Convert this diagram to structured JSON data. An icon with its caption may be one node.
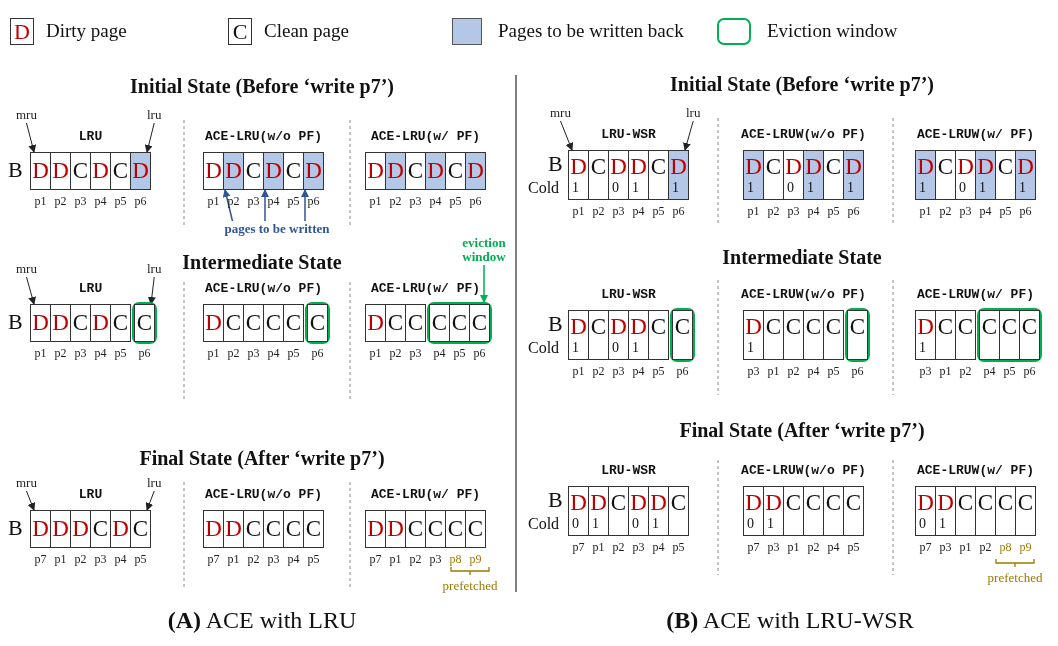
{
  "diagram": {
    "nodes": [
      {
        "text": [
          "D"
        ],
        "beside": [
          "Dirty page"
        ]
      },
      {
        "text": [
          "C"
        ],
        "beside": [
          "Clean page"
        ]
      },
      {
        "text": [
          "mru"
        ]
      },
      {
        "text": [
          "lru"
        ]
      },
      {
        "text": [
          "LRU"
        ]
      },
      {
        "text": [
          "D"
        ],
        "in": 4,
        "beside": [
          "p1"
        ]
      },
      {
        "text": [
          "D"
        ],
        "in": 4,
        "beside": [
          "p2"
        ]
      },
      {
        "text": [
          "C"
        ],
        "in": 4,
        "beside": [
          "p3"
        ]
      },
      {
        "text": [
          "D"
        ],
        "in": 4,
        "beside": [
          "p4"
        ]
      },
      {
        "text": [
          "C"
        ],
        "in": 4,
        "beside": [
          "p5"
        ]
      },
      {
        "text": [
          "D"
        ],
        "in": 4,
        "beside": [
          "p6"
        ]
      },
      {
        "text": [
          "ACE-LRU(w/o PF)"
        ]
      },
      {
        "text": [
          "D"
        ],
        "in": 11,
        "beside": [
          "p1"
        ]
      },
      {
        "text": [
          "D"
        ],
        "in": 11,
        "beside": [
          "p2"
        ]
      },
      {
        "text": [
          "C"
        ],
        "in": 11,
        "beside": [
          "p3"
        ]
      },
      {
        "text": [
          "D"
        ],
        "in": 11,
        "beside": [
          "p4"
        ]
      },
      {
        "text": [
          "C"
        ],
        "in": 11,
        "beside": [
          "p5"
        ]
      },
      {
        "text": [
          "D"
        ],
        "in": 11,
        "beside": [
          "p6"
        ]
      },
      {
        "text": [
          "pages to be written"
        ]
      },
      {
        "text": [
          "ACE-LRU(w/ PF)"
        ]
      },
      {
        "text": [
          "D"
        ],
        "in": 19,
        "beside": [
          "p1"
        ]
      },
      {
        "text": [
          "D"
        ],
        "in": 19,
        "beside": [
          "p2"
        ]
      },
      {
        "text": [
          "C"
        ],
        "in": 19,
        "beside": [
          "p3"
        ]
      },
      {
        "text": [
          "D"
        ],
        "in": 19,
        "beside": [
          "p4"
        ]
      },
      {
        "text": [
          "C"
        ],
        "in": 19,
        "beside": [
          "p5"
        ]
      },
      {
        "text": [
          "D"
        ],
        "in": 19,
        "beside": [
          "p6"
        ]
      },
      {
        "text": [
          "eviction window"
        ]
      },
      {
        "text": [
          "mru"
        ]
      },
      {
        "text": [
          "lru"
        ]
      },
      {
        "text": [
          "LRU"
        ]
      },
      {
        "text": [
          "D"
        ],
        "in": 29,
        "beside": [
          "p1"
        ]
      },
      {
        "text": [
          "D"
        ],
        "in": 29,
        "beside": [
          "p2"
        ]
      },
      {
        "text": [
          "C"
        ],
        "in": 29,
        "beside": [
          "p3"
        ]
      },
      {
        "text": [
          "D"
        ],
        "in": 29,
        "beside": [
          "p4"
        ]
      },
      {
        "text": [
          "C"
        ],
        "in": 29,
        "beside": [
          "p5"
        ]
      },
      {
        "text": [],
        "shape": "box",
        "in": 29
      },
      {
        "text": [
          "C"
        ],
        "in": 35,
        "beside": [
          "p6"
        ]
      },
      {
        "text": [
          "ACE-LRU(w/o PF)"
        ]
      },
      {
        "text": [
          "D"
        ],
        "in": 37,
        "beside": [
          "p1"
        ]
      },
      {
        "text": [
          "C"
        ],
        "in": 37,
        "beside": [
          "p2"
        ]
      },
      {
        "text": [
          "C"
        ],
        "in": 37,
        "beside": [
          "p3"
        ]
      },
      {
        "text": [
          "C"
        ],
        "in": 37,
        "beside": [
          "p4"
        ]
      },
      {
        "text": [
          "C"
        ],
        "in": 37,
        "beside": [
          "p5"
        ]
      },
      {
        "text": [],
        "shape": "box",
        "in": 37
      },
      {
        "text": [
          "C"
        ],
        "in": 43,
        "beside": [
          "p6"
        ]
      },
      {
        "text": [
          "ACE-LRU(w/ PF)"
        ]
      },
      {
        "text": [
          "D"
        ],
        "in": 45,
        "beside": [
          "p1"
        ]
      },
      {
        "text": [
          "C"
        ],
        "in": 45,
        "beside": [
          "p2"
        ]
      },
      {
        "text": [
          "C"
        ],
        "in": 45,
        "beside": [
          "p3"
        ]
      },
      {
        "text": [],
        "shape": "box",
        "in": 45
      },
      {
        "text": [
          "C"
        ],
        "in": 49,
        "beside": [
          "p4"
        ]
      },
      {
        "text": [
          "C"
        ],
        "in": 49,
        "beside": [
          "p5"
        ]
      },
      {
        "text": [
          "C"
        ],
        "in": 49,
        "beside": [
          "p6"
        ]
      },
      {
        "text": [
          "mru"
        ]
      },
      {
        "text": [
          "lru"
        ]
      },
      {
        "text": [
          "LRU"
        ]
      },
      {
        "text": [
          "D"
        ],
        "in": 55,
        "beside": [
          "p7"
        ]
      },
      {
        "text": [
          "D"
        ],
        "in": 55,
        "beside": [
          "p1"
        ]
      },
      {
        "text": [
          "D"
        ],
        "in": 55,
        "beside": [
          "p2"
        ]
      },
      {
        "text": [
          "C"
        ],
        "in": 55,
        "beside": [
          "p3"
        ]
      },
      {
        "text": [
          "D"
        ],
        "in": 55,
        "beside": [
          "p4"
        ]
      },
      {
        "text": [
          "C"
        ],
        "in": 55,
        "beside": [
          "p5"
        ]
      },
      {
        "text": [
          "ACE-LRU(w/o PF)"
        ]
      },
      {
        "text": [
          "D"
        ],
        "in": 62,
        "beside": [
          "p7"
        ]
      },
      {
        "text": [
          "D"
        ],
        "in": 62,
        "beside": [
          "p1"
        ]
      },
      {
        "text": [
          "C"
        ],
        "in": 62,
        "beside": [
          "p2"
        ]
      },
      {
        "text": [
          "C"
        ],
        "in": 62,
        "beside": [
          "p3"
        ]
      },
      {
        "text": [
          "C"
        ],
        "in": 62,
        "beside": [
          "p4"
        ]
      },
      {
        "text": [
          "C"
        ],
        "in": 62,
        "beside": [
          "p5"
        ]
      },
      {
        "text": [
          "ACE-LRU(w/ PF)"
        ]
      },
      {
        "text": [
          "D"
        ],
        "in": 69,
        "beside": [
          "p7"
        ]
      },
      {
        "text": [
          "D"
        ],
        "in": 69,
        "beside": [
          "p1"
        ]
      },
      {
        "text": [
          "C"
        ],
        "in": 69,
        "beside": [
          "p2"
        ]
      },
      {
        "text": [
          "C"
        ],
        "in": 69,
        "beside": [
          "p3"
        ]
      },
      {
        "text": [
          "C"
        ],
        "in": 69,
        "beside": [
          "p8"
        ]
      },
      {
        "text": [
          "C"
        ],
        "in": 69,
        "beside": [
          "p9"
        ]
      },
      {
        "text": [
          "mru"
        ]
      },
      {
        "text": [
          "lru"
        ]
      },
      {
        "text": [
          "LRU-WSR"
        ]
      },
      {
        "text": [
          "D",
          "1"
        ],
        "in": 78,
        "beside": [
          "p1"
        ]
      },
      {
        "text": [
          "C"
        ],
        "in": 78,
        "beside": [
          "p2"
        ]
      },
      {
        "text": [
          "D",
          "0"
        ],
        "in": 78,
        "beside": [
          "p3"
        ]
      },
      {
        "text": [
          "D",
          "1"
        ],
        "in": 78,
        "beside": [
          "p4"
        ]
      },
      {
        "text": [
          "C"
        ],
        "in": 78,
        "beside": [
          "p5"
        ]
      },
      {
        "text": [
          "D",
          "1"
        ],
        "in": 78,
        "beside": [
          "p6"
        ]
      },
      {
        "text": [
          "ACE-LRUW(w/o PF)"
        ]
      },
      {
        "text": [
          "D",
          "1"
        ],
        "in": 85,
        "beside": [
          "p1"
        ]
      },
      {
        "text": [
          "C"
        ],
        "in": 85,
        "beside": [
          "p2"
        ]
      },
      {
        "text": [
          "D",
          "0"
        ],
        "in": 85,
        "beside": [
          "p3"
        ]
      },
      {
        "text": [
          "D",
          "1"
        ],
        "in": 85,
        "beside": [
          "p4"
        ]
      },
      {
        "text": [
          "C"
        ],
        "in": 85,
        "beside": [
          "p5"
        ]
      },
      {
        "text": [
          "D",
          "1"
        ],
        "in": 85,
        "beside": [
          "p6"
        ]
      },
      {
        "text": [
          "ACE-LRUW(w/ PF)"
        ]
      },
      {
        "text": [
          "D",
          "1"
        ],
        "in": 92,
        "beside": [
          "p1"
        ]
      },
      {
        "text": [
          "C"
        ],
        "in": 92,
        "beside": [
          "p2"
        ]
      },
      {
        "text": [
          "D",
          "0"
        ],
        "in": 92,
        "beside": [
          "p3"
        ]
      },
      {
        "text": [
          "D",
          "1"
        ],
        "in": 92,
        "beside": [
          "p4"
        ]
      },
      {
        "text": [
          "C"
        ],
        "in": 92,
        "beside": [
          "p5"
        ]
      },
      {
        "text": [
          "D",
          "1"
        ],
        "in": 92,
        "beside": [
          "p6"
        ]
      },
      {
        "text": [
          "LRU-WSR"
        ]
      },
      {
        "text": [
          "D",
          "1"
        ],
        "in": 99,
        "beside": [
          "p1"
        ]
      },
      {
        "text": [
          "C"
        ],
        "in": 99,
        "beside": [
          "p2"
        ]
      },
      {
        "text": [
          "D",
          "0"
        ],
        "in": 99,
        "beside": [
          "p3"
        ]
      },
      {
        "text": [
          "D",
          "1"
        ],
        "in": 99,
        "beside": [
          "p4"
        ]
      },
      {
        "text": [
          "C"
        ],
        "in": 99,
        "beside": [
          "p5"
        ]
      },
      {
        "text": [],
        "shape": "box",
        "in": 99
      },
      {
        "text": [
          "C"
        ],
        "in": 105,
        "beside": [
          "p6"
        ]
      },
      {
        "text": [
          "ACE-LRUW(w/o PF)"
        ]
      },
      {
        "text": [
          "D",
          "1"
        ],
        "in": 107,
        "beside": [
          "p3"
        ]
      },
      {
        "text": [
          "C"
        ],
        "in": 107,
        "beside": [
          "p1"
        ]
      },
      {
        "text": [
          "C"
        ],
        "in": 107,
        "beside": [
          "p2"
        ]
      },
      {
        "text": [
          "C"
        ],
        "in": 107,
        "beside": [
          "p4"
        ]
      },
      {
        "text": [
          "C"
        ],
        "in": 107,
        "beside": [
          "p5"
        ]
      },
      {
        "text": [],
        "shape": "box",
        "in": 107
      },
      {
        "text": [
          "C"
        ],
        "in": 113,
        "beside": [
          "p6"
        ]
      },
      {
        "text": [
          "ACE-LRUW(w/ PF)"
        ]
      },
      {
        "text": [
          "D",
          "1"
        ],
        "in": 115,
        "beside": [
          "p3"
        ]
      },
      {
        "text": [
          "C"
        ],
        "in": 115,
        "beside": [
          "p1"
        ]
      },
      {
        "text": [
          "C"
        ],
        "in": 115,
        "beside": [
          "p2"
        ]
      },
      {
        "text": [],
        "shape": "box",
        "in": 115
      },
      {
        "text": [
          "C"
        ],
        "in": 119,
        "beside": [
          "p4"
        ]
      },
      {
        "text": [
          "C"
        ],
        "in": 119,
        "beside": [
          "p5"
        ]
      },
      {
        "text": [
          "C"
        ],
        "in": 119,
        "beside": [
          "p6"
        ]
      },
      {
        "text": [
          "LRU-WSR"
        ]
      },
      {
        "text": [
          "D",
          "0"
        ],
        "in": 123,
        "beside": [
          "p7"
        ]
      },
      {
        "text": [
          "D",
          "1"
        ],
        "in": 123,
        "beside": [
          "p1"
        ]
      },
      {
        "text": [
          "C"
        ],
        "in": 123,
        "beside": [
          "p2"
        ]
      },
      {
        "text": [
          "D",
          "0"
        ],
        "in": 123,
        "beside": [
          "p3"
        ]
      },
      {
        "text": [
          "D",
          "1"
        ],
        "in": 123,
        "beside": [
          "p4"
        ]
      },
      {
        "text": [
          "C"
        ],
        "in": 123,
        "beside": [
          "p5"
        ]
      },
      {
        "text": [
          "ACE-LRUW(w/o PF)"
        ]
      },
      {
        "text": [
          "D",
          "0"
        ],
        "in": 130,
        "beside": [
          "p7"
        ]
      },
      {
        "text": [
          "D",
          "1"
        ],
        "in": 130,
        "beside": [
          "p3"
        ]
      },
      {
        "text": [
          "C"
        ],
        "in": 130,
        "beside": [
          "p1"
        ]
      },
      {
        "text": [
          "C"
        ],
        "in": 130,
        "beside": [
          "p2"
        ]
      },
      {
        "text": [
          "C"
        ],
        "in": 130,
        "beside": [
          "p4"
        ]
      },
      {
        "text": [
          "C"
        ],
        "in": 130,
        "beside": [
          "p5"
        ]
      },
      {
        "text": [
          "ACE-LRUW(w/ PF)"
        ]
      },
      {
        "text": [
          "D",
          "0"
        ],
        "in": 137,
        "beside": [
          "p7"
        ]
      },
      {
        "text": [
          "D",
          "1"
        ],
        "in": 137,
        "beside": [
          "p3"
        ]
      },
      {
        "text": [
          "C"
        ],
        "in": 137,
        "beside": [
          "p1"
        ]
      },
      {
        "text": [
          "C"
        ],
        "in": 137,
        "beside": [
          "p2"
        ]
      },
      {
        "text": [
          "C"
        ],
        "in": 137,
        "beside": [
          "p8"
        ]
      },
      {
        "text": [
          "C"
        ],
        "in": 137,
        "beside": [
          "p9"
        ]
      }
    ],
    "edges": [
      {
        "from": 2,
        "to": 5,
        "arrow": "to"
      },
      {
        "from": 3,
        "to": 10,
        "arrow": "to"
      },
      {
        "from": 18,
        "to": 13,
        "arrow": "to",
        "color": "#2f5597"
      },
      {
        "from": 18,
        "to": 15,
        "arrow": "to",
        "color": "#2f5597"
      },
      {
        "from": 18,
        "to": 17,
        "arrow": "to",
        "color": "#2f5597"
      },
      {
        "from": 26,
        "to": 49,
        "arrow": "to",
        "color": "#00b050"
      },
      {
        "from": 27,
        "to": 30,
        "arrow": "to"
      },
      {
        "from": 28,
        "to": 36,
        "arrow": "to"
      },
      {
        "from": 53,
        "to": 56,
        "arrow": "to"
      },
      {
        "from": 54,
        "to": 61,
        "arrow": "to"
      },
      {
        "from": 76,
        "to": 79,
        "arrow": "to"
      },
      {
        "from": 77,
        "to": 84,
        "arrow": "to"
      }
    ],
    "labels": [
      "Initial State (Before ‘write p7’)",
      "B",
      "Intermediate State",
      "B",
      "Final State (After ‘write p7’)",
      "B",
      "prefetched",
      "**(A)** ACE with LRU",
      "Initial State (Before ‘write p7’)",
      "B",
      "Cold",
      "Intermediate State",
      "B",
      "Cold",
      "Final State (After ‘write p7’)",
      "B",
      "Cold",
      "prefetched",
      "**(B)** ACE with LRU-WSR"
    ],
    "legend": [
      {
        "text": "Pages to be written back",
        "color": "#b4c7e7"
      },
      {
        "text": "Eviction window"
      }
    ]
  }
}
